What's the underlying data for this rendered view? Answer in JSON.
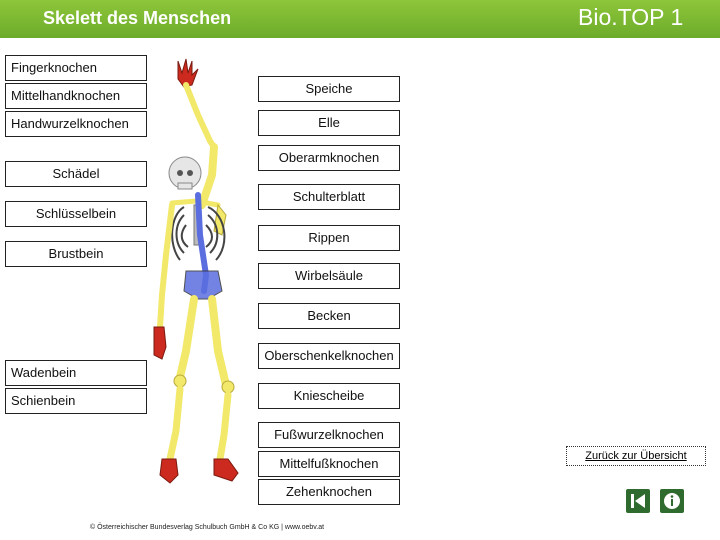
{
  "header": {
    "title": "Skelett des Menschen",
    "brand": "Bio.TOP 1"
  },
  "labels_left": {
    "fingerknochen": "Fingerknochen",
    "mittelhandknochen": "Mittelhandknochen",
    "handwurzelknochen": "Handwurzelknochen",
    "schaedel": "Schädel",
    "schluesselbein": "Schlüsselbein",
    "brustbein": "Brustbein",
    "wadenbein": "Wadenbein",
    "schienbein": "Schienbein"
  },
  "labels_right": {
    "speiche": "Speiche",
    "elle": "Elle",
    "oberarmknochen": "Oberarmknochen",
    "schulterblatt": "Schulterblatt",
    "rippen": "Rippen",
    "wirbelsaeule": "Wirbelsäule",
    "becken": "Becken",
    "oberschenkelknochen": "Oberschenkelknochen",
    "kniescheibe": "Kniescheibe",
    "fusswurzelknochen": "Fußwurzelknochen",
    "mittelfussknochen": "Mittelfußknochen",
    "zehenknochen": "Zehenknochen"
  },
  "navigation": {
    "back_link": "Zurück zur Übersicht",
    "first_icon": "skip-to-start-icon",
    "info_icon": "info-icon"
  },
  "footer": {
    "copyright": "© Österreichischer Bundesverlag Schulbuch GmbH & Co KG | www.oebv.at"
  },
  "colors": {
    "header_green": "#7ab833",
    "bone_yellow": "#f2e86a",
    "spine_blue": "#5b6ee0",
    "hand_red": "#cc2a1e",
    "skull_gray": "#dddddd",
    "nav_green": "#2f6b2f"
  }
}
